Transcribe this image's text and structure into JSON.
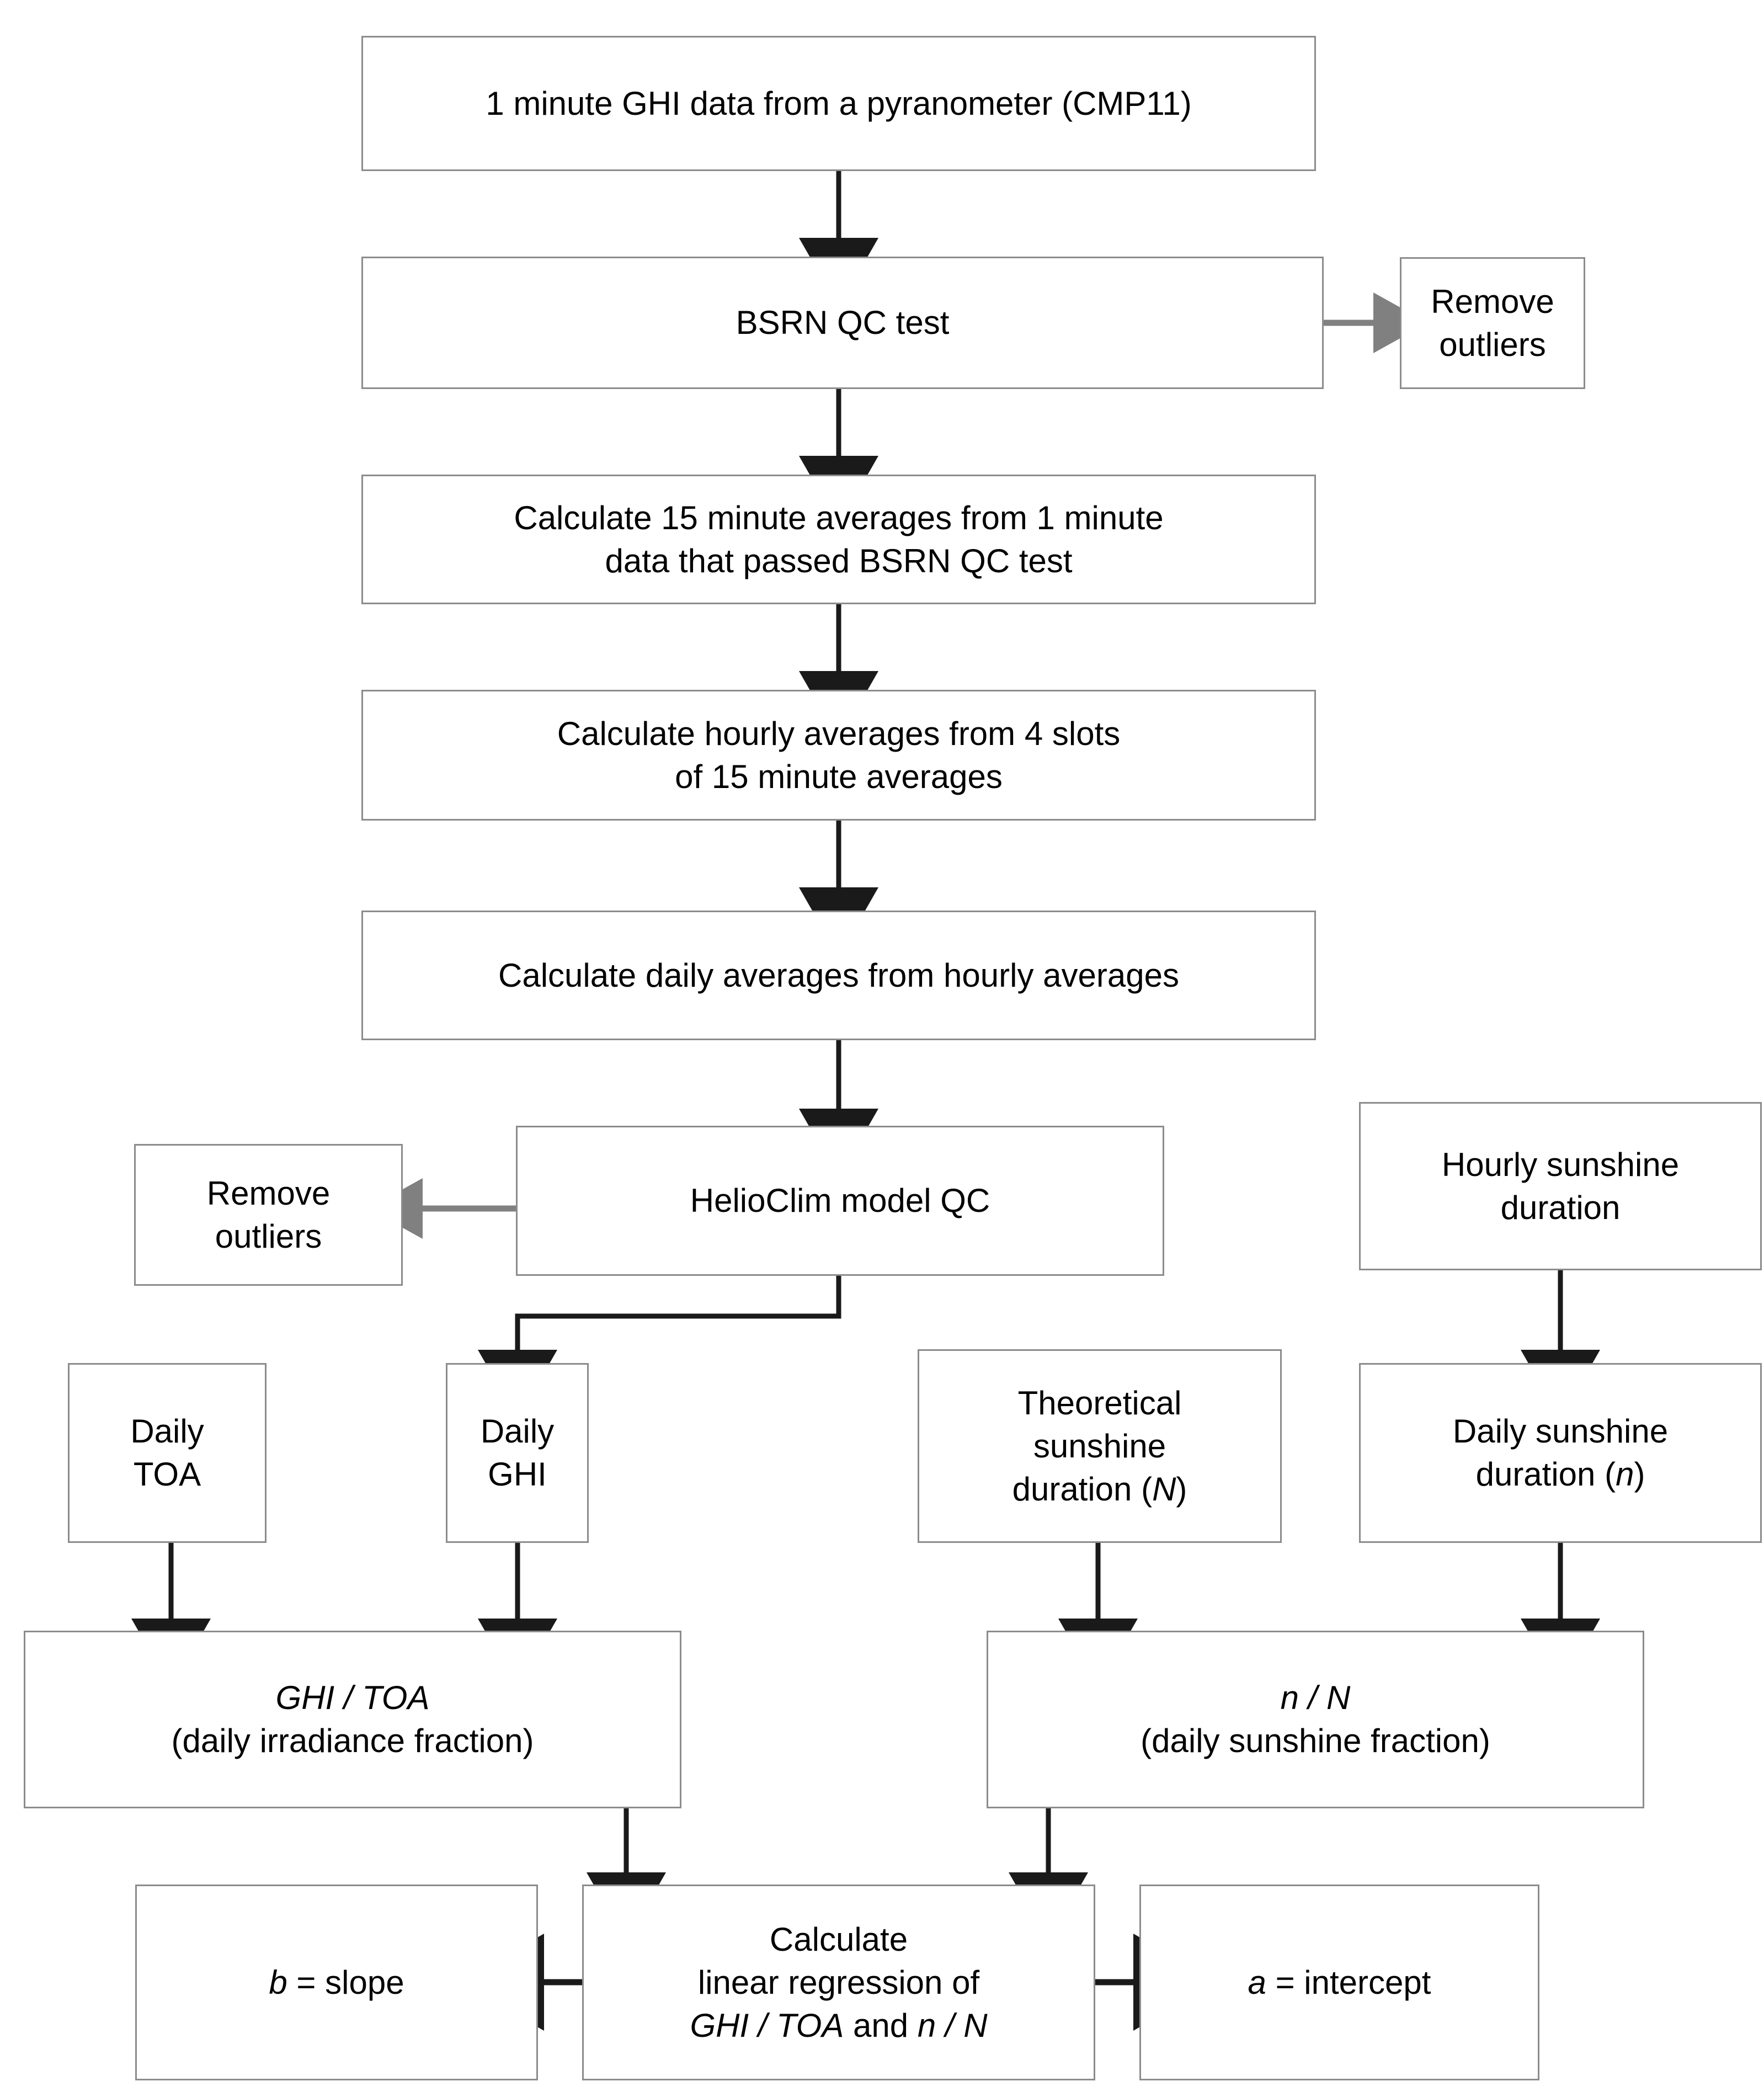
{
  "diagram": {
    "title": "Flowchart of GHI data processing and Angstrom-Prescott regression workflow",
    "colors": {
      "box_border": "#8c8c8c",
      "box_fill": "#ffffff",
      "arrow_black": "#1a1a1a",
      "arrow_gray": "#808080",
      "text": "#000000"
    },
    "nodes": [
      {
        "id": "n1",
        "name": "one-minute-ghi-data",
        "text": "1 minute GHI data from a pyranometer (CMP11)"
      },
      {
        "id": "n2",
        "name": "bsrn-qc-test",
        "text": "BSRN QC test"
      },
      {
        "id": "n3",
        "name": "remove-outliers-bsrn",
        "line1": "Remove",
        "line2": "outliers"
      },
      {
        "id": "n4",
        "name": "calculate-15-minute-averages",
        "line1": "Calculate 15 minute averages from 1 minute",
        "line2": "data that passed BSRN QC test"
      },
      {
        "id": "n5",
        "name": "calculate-hourly-averages",
        "line1": "Calculate hourly averages from 4 slots",
        "line2": "of 15 minute averages"
      },
      {
        "id": "n6",
        "name": "calculate-daily-averages",
        "text": "Calculate daily averages from hourly averages"
      },
      {
        "id": "n7",
        "name": "helioclim-model-qc",
        "text": "HelioClim model QC"
      },
      {
        "id": "n8",
        "name": "remove-outliers-helioclim",
        "line1": "Remove",
        "line2": "outliers"
      },
      {
        "id": "n9",
        "name": "hourly-sunshine-duration",
        "line1": "Hourly sunshine",
        "line2": "duration"
      },
      {
        "id": "n10",
        "name": "daily-toa",
        "line1": "Daily",
        "line2": "TOA"
      },
      {
        "id": "n11",
        "name": "daily-ghi",
        "line1": "Daily",
        "line2": "GHI"
      },
      {
        "id": "n12",
        "name": "theoretical-sunshine-duration",
        "line1": "Theoretical",
        "line2": "sunshine",
        "line3a": "duration (",
        "line3b": "N",
        "line3c": ")"
      },
      {
        "id": "n13",
        "name": "daily-sunshine-duration",
        "line1": "Daily sunshine",
        "line2a": "duration (",
        "line2b": "n",
        "line2c": ")"
      },
      {
        "id": "n14",
        "name": "daily-irradiance-fraction",
        "line1": "GHI / TOA",
        "line2": "(daily irradiance fraction)"
      },
      {
        "id": "n15",
        "name": "daily-sunshine-fraction",
        "line1": "n / N",
        "line2": "(daily sunshine fraction)"
      },
      {
        "id": "n16",
        "name": "slope-result",
        "a": "b",
        "b": " = slope"
      },
      {
        "id": "n17",
        "name": "calculate-linear-regression",
        "line1": "Calculate",
        "line2": "linear regression of",
        "line3a": "GHI / TOA",
        "line3b": " and ",
        "line3c": "n / N"
      },
      {
        "id": "n18",
        "name": "intercept-result",
        "a": "a",
        "b": " = intercept"
      }
    ]
  }
}
